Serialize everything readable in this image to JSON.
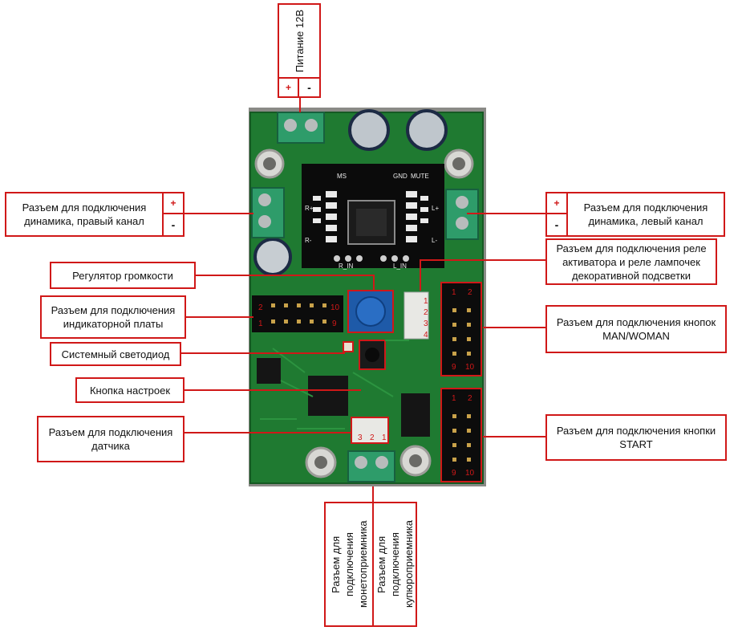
{
  "labels": {
    "power": "Питание 12В",
    "speaker_right": "Разъем для подключения динамика, правый канал",
    "speaker_left": "Разъем для подключения динамика, левый канал",
    "relay": "Разъем для подключения реле активатора и реле лампочек декоративной подсветки",
    "volume": "Регулятор громкости",
    "indicator": "Разъем для подключения индикаторной платы",
    "buttons_mw": "Разъем для подключения кнопок MAN/WOMAN",
    "led": "Системный светодиод",
    "settings_btn": "Кнопка настроек",
    "sensor": "Разъем для подключения датчика",
    "start_btn": "Разъем для подключения кнопки START",
    "coin": "Разъем для подключения монетоприемника",
    "bill": "Разъем для подключения купюроприемника"
  },
  "polarity": {
    "plus": "+",
    "minus": "-"
  },
  "pins": {
    "header_a": "1",
    "header_b": "2",
    "header_c": "9",
    "header_d": "10",
    "relay_1": "1",
    "relay_2": "2",
    "relay_3": "3",
    "relay_4": "4",
    "sensor_3": "3",
    "sensor_2": "2",
    "sensor_1": "1"
  },
  "silkscreen": {
    "ms": "MS",
    "gnd": "GND",
    "mute": "MUTE",
    "rp": "R+",
    "rm": "R-",
    "lp": "L+",
    "lm": "L-",
    "rin": "R_IN",
    "lin": "L_IN"
  },
  "colors": {
    "label_border": "#d01818",
    "pcb": "#1e7a30",
    "terminal": "#2e9c6a"
  }
}
